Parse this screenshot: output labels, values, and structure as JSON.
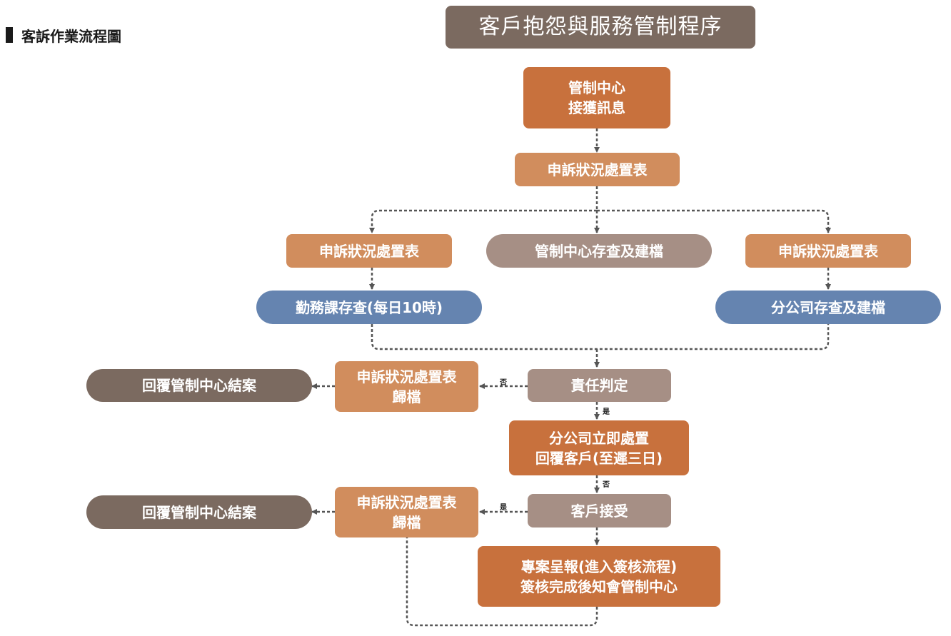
{
  "heading": "客訴作業流程圖",
  "title": "客戶抱怨與服務管制程序",
  "nodes": {
    "control_center_receive": [
      "管制中心",
      "接獲訊息"
    ],
    "complaint_form_top": "申訴狀況處置表",
    "complaint_form_left": "申訴狀況處置表",
    "control_center_archive": "管制中心存查及建檔",
    "complaint_form_right": "申訴狀況處置表",
    "service_dept_check": "勤務課存查(每日10時)",
    "branch_archive": "分公司存查及建檔",
    "responsibility": "責任判定",
    "archive_form_1": [
      "申訴狀況處置表",
      "歸檔"
    ],
    "reply_close_1": "回覆管制中心結案",
    "branch_handle": [
      "分公司立即處置",
      "回覆客戶(至遲三日)"
    ],
    "customer_accept": "客戶接受",
    "archive_form_2": [
      "申訴狀況處置表",
      "歸檔"
    ],
    "reply_close_2": "回覆管制中心結案",
    "special_report": [
      "專案呈報(進入簽核流程)",
      "簽核完成後知會管制中心"
    ]
  },
  "edge_labels": {
    "resp_no": "否",
    "resp_yes": "是",
    "handle_no": "否",
    "accept_yes": "是"
  }
}
